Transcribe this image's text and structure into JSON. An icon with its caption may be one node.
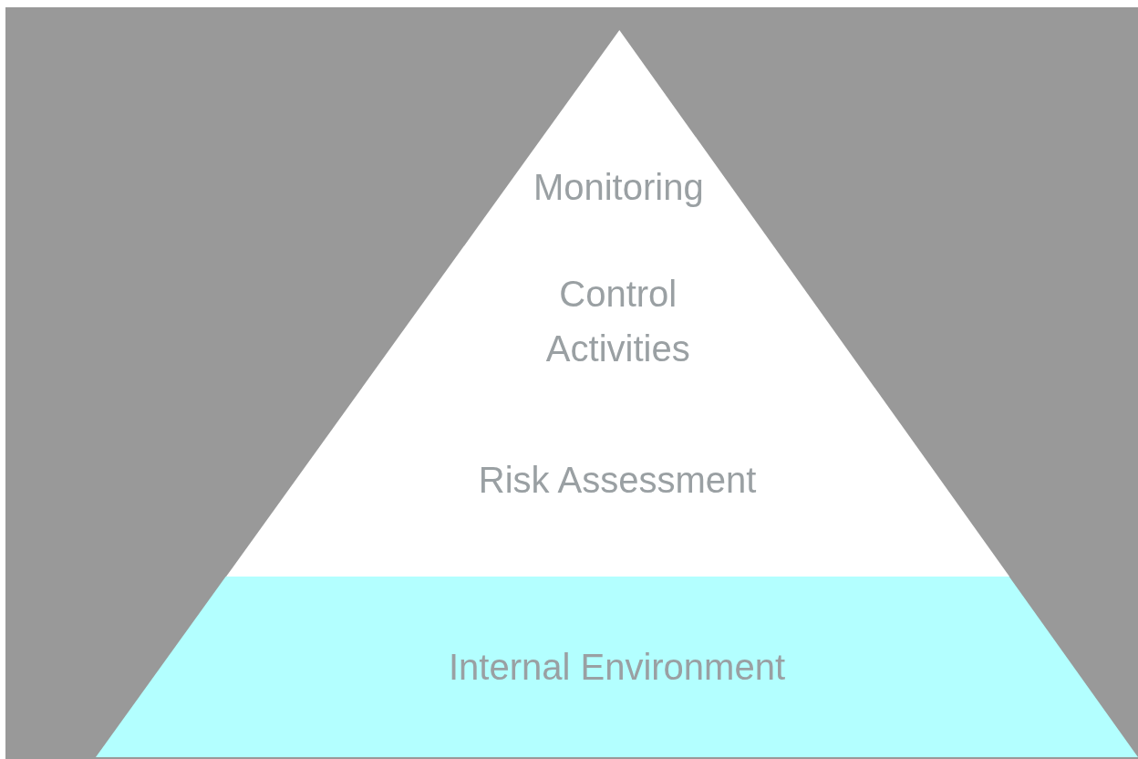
{
  "diagram": {
    "nodes": [
      {
        "text": [
          "Monitoring"
        ]
      },
      {
        "text": [
          "Control Activities"
        ]
      },
      {
        "text": [
          "Risk Assessment"
        ]
      },
      {
        "text": [
          "Internal Environment"
        ]
      }
    ]
  }
}
